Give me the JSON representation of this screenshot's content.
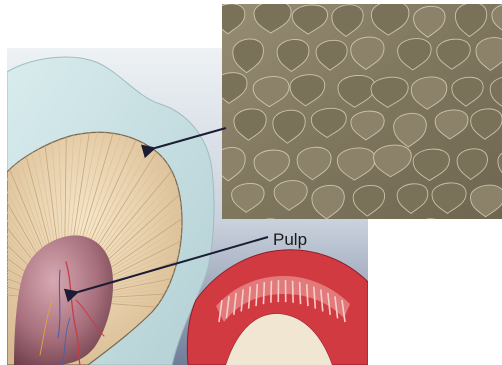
{
  "labels": {
    "pulp": "Pulp"
  },
  "icons": {
    "cross_section": "tooth-cross-section-illustration",
    "micrograph": "enamel-rod-micrograph",
    "arrow_enamel": "arrow-left-icon",
    "arrow_pulp": "arrow-left-icon"
  },
  "colors": {
    "background_gradient_top": "#e7edf1",
    "background_gradient_bottom": "#7e8aa4",
    "enamel": "#c6dde0",
    "dentin": "#e8d2b0",
    "pulp": "#b9848f",
    "gum": "#c8323b",
    "micrograph_base": "#8a8066",
    "micrograph_outline": "#e1d8c2",
    "arrow": "#1c1c34"
  }
}
